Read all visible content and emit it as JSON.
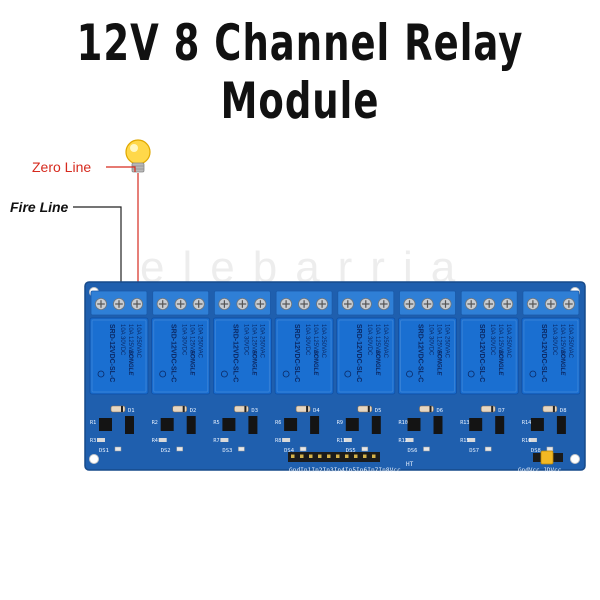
{
  "title": "12V 8 Channel Relay Module",
  "annotations": {
    "zero_line": "Zero Line",
    "fire_line": "Fire Line"
  },
  "watermark": "elebarria",
  "board": {
    "header_label": "GndIn1In2In3In4In5In6In7In8Vcc",
    "power_label": "GndVcc JDVcc",
    "ht_label": "HT",
    "relay_text": {
      "brand": "SONGLE",
      "model": "SRD-12VDC-SL-C",
      "rating_1": "10A 250VAC",
      "rating_2": "10A 125VAC",
      "rating_3": "10A 30VDC"
    },
    "channels": [
      {
        "diode": "D1",
        "led": "DS1",
        "r1": "R1",
        "r2": "R3"
      },
      {
        "diode": "D2",
        "led": "DS2",
        "r1": "R2",
        "r2": "R4"
      },
      {
        "diode": "D3",
        "led": "DS3",
        "r1": "R5",
        "r2": "R7"
      },
      {
        "diode": "D4",
        "led": "DS4",
        "r1": "R6",
        "r2": "R8"
      },
      {
        "diode": "D5",
        "led": "DS5",
        "r1": "R9",
        "r2": "R11"
      },
      {
        "diode": "D6",
        "led": "DS6",
        "r1": "R10",
        "r2": "R12"
      },
      {
        "diode": "D7",
        "led": "DS7",
        "r1": "R13",
        "r2": "R15"
      },
      {
        "diode": "D8",
        "led": "DS8",
        "r1": "R14",
        "r2": "R16"
      }
    ]
  },
  "colors": {
    "pcb": "#1f5fae",
    "relay": "#1a6fd1",
    "terminal": "#2f7fd6",
    "zero_line": "#d62a1e",
    "bulb": "#ffd84a"
  }
}
